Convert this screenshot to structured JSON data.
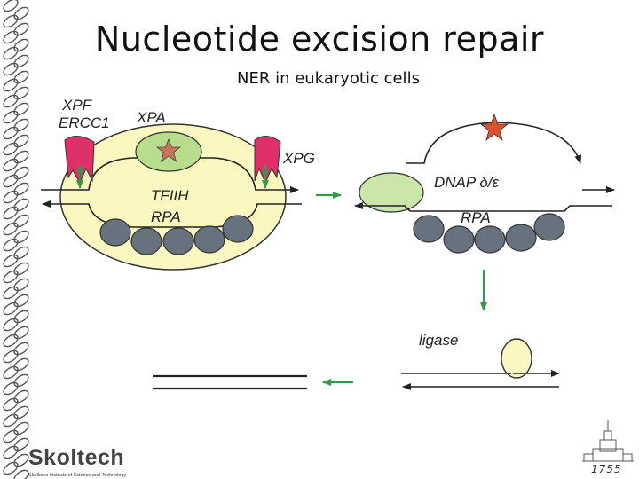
{
  "slide": {
    "title": "Nucleotide excision repair",
    "subtitle": "NER in eukaryotic cells"
  },
  "labels": {
    "xpf": "XPF",
    "ercc1": "ERCC1",
    "xpa": "XPA",
    "xpg": "XPG",
    "tfiih": "TFIIH",
    "rpa_left": "RPA",
    "dnap": "DNAP δ/ε",
    "rpa_right": "RPA",
    "ligase": "ligase"
  },
  "logo": {
    "name": "Skoltech",
    "tagline": "Skolkovo Institute of Science and Technology"
  },
  "emblem": {
    "year": "1755"
  },
  "colors": {
    "bubble_fill": "#fbf7c0",
    "xpa_fill": "#b8dd8c",
    "cutter_fill": "#e0306a",
    "rpa_fill": "#66727e",
    "arrow_green": "#2e9a4a",
    "star_fill": "#e0512a"
  }
}
